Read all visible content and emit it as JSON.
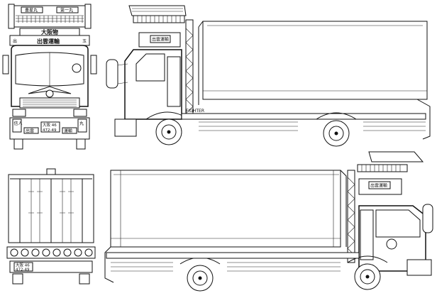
{
  "sheet": {
    "views": [
      "front",
      "left-side",
      "rear",
      "right-side"
    ]
  },
  "front": {
    "header_plate_left": "豊星丸",
    "header_plate_right": "第一丸",
    "lamp_bar_text": "大阪物",
    "side_left_text": "出",
    "side_right_text": "玉",
    "name_board_text": "出雲運輸",
    "door_left_text": "信人",
    "door_right_text": "丸",
    "plate_top": "大阪 46",
    "plate_bottom": "472-49",
    "bumper_left_text": "出雲",
    "bumper_right_text": "運輸"
  },
  "left_side": {
    "roof_board_text": "出雲運輸",
    "fender_label": "FIGHTER"
  },
  "rear": {
    "plate_top": "大阪 46",
    "plate_bottom": "472-49"
  },
  "right_side": {
    "roof_board_text": "出雲運輸"
  }
}
